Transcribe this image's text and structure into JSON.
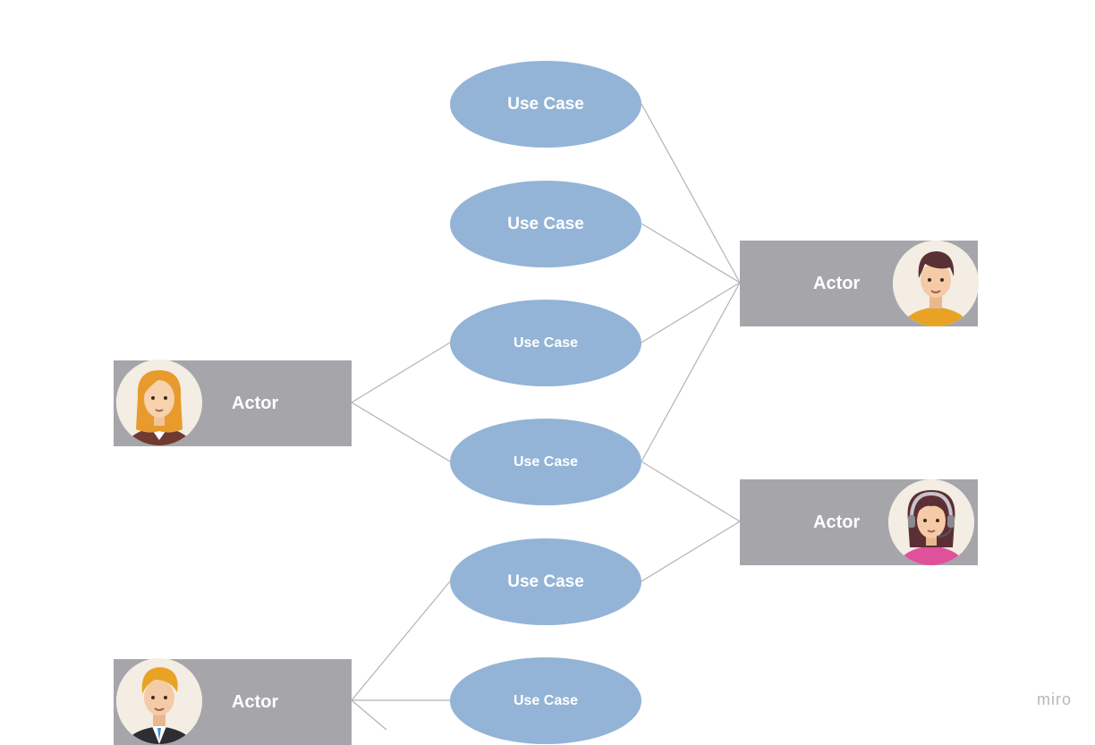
{
  "diagram": {
    "use_cases": [
      {
        "label": "Use Case"
      },
      {
        "label": "Use Case"
      },
      {
        "label": "Use Case"
      },
      {
        "label": "Use Case"
      },
      {
        "label": "Use Case"
      },
      {
        "label": "Use Case"
      }
    ],
    "actors": [
      {
        "label": "Actor",
        "avatar": "woman-blonde-avatar-icon"
      },
      {
        "label": "Actor",
        "avatar": "man-brown-hair-avatar-icon"
      },
      {
        "label": "Actor",
        "avatar": "support-woman-headset-avatar-icon"
      },
      {
        "label": "Actor",
        "avatar": "man-suit-avatar-icon"
      }
    ],
    "connections": [
      [
        "actor-1",
        "use-case-1"
      ],
      [
        "actor-1",
        "use-case-2"
      ],
      [
        "actor-1",
        "use-case-3"
      ],
      [
        "actor-1",
        "use-case-4"
      ],
      [
        "actor-0",
        "use-case-3"
      ],
      [
        "actor-0",
        "use-case-4"
      ],
      [
        "actor-2",
        "use-case-4"
      ],
      [
        "actor-2",
        "use-case-5"
      ],
      [
        "actor-3",
        "use-case-5"
      ],
      [
        "actor-3",
        "use-case-6"
      ],
      [
        "actor-3",
        "offscreen-below"
      ]
    ],
    "colors": {
      "use_case_fill": "#93b4d6",
      "actor_fill": "#a6a5aa",
      "connector": "#b3b3b3",
      "avatar_bg": "#f3ede4"
    }
  },
  "watermark": "miro"
}
